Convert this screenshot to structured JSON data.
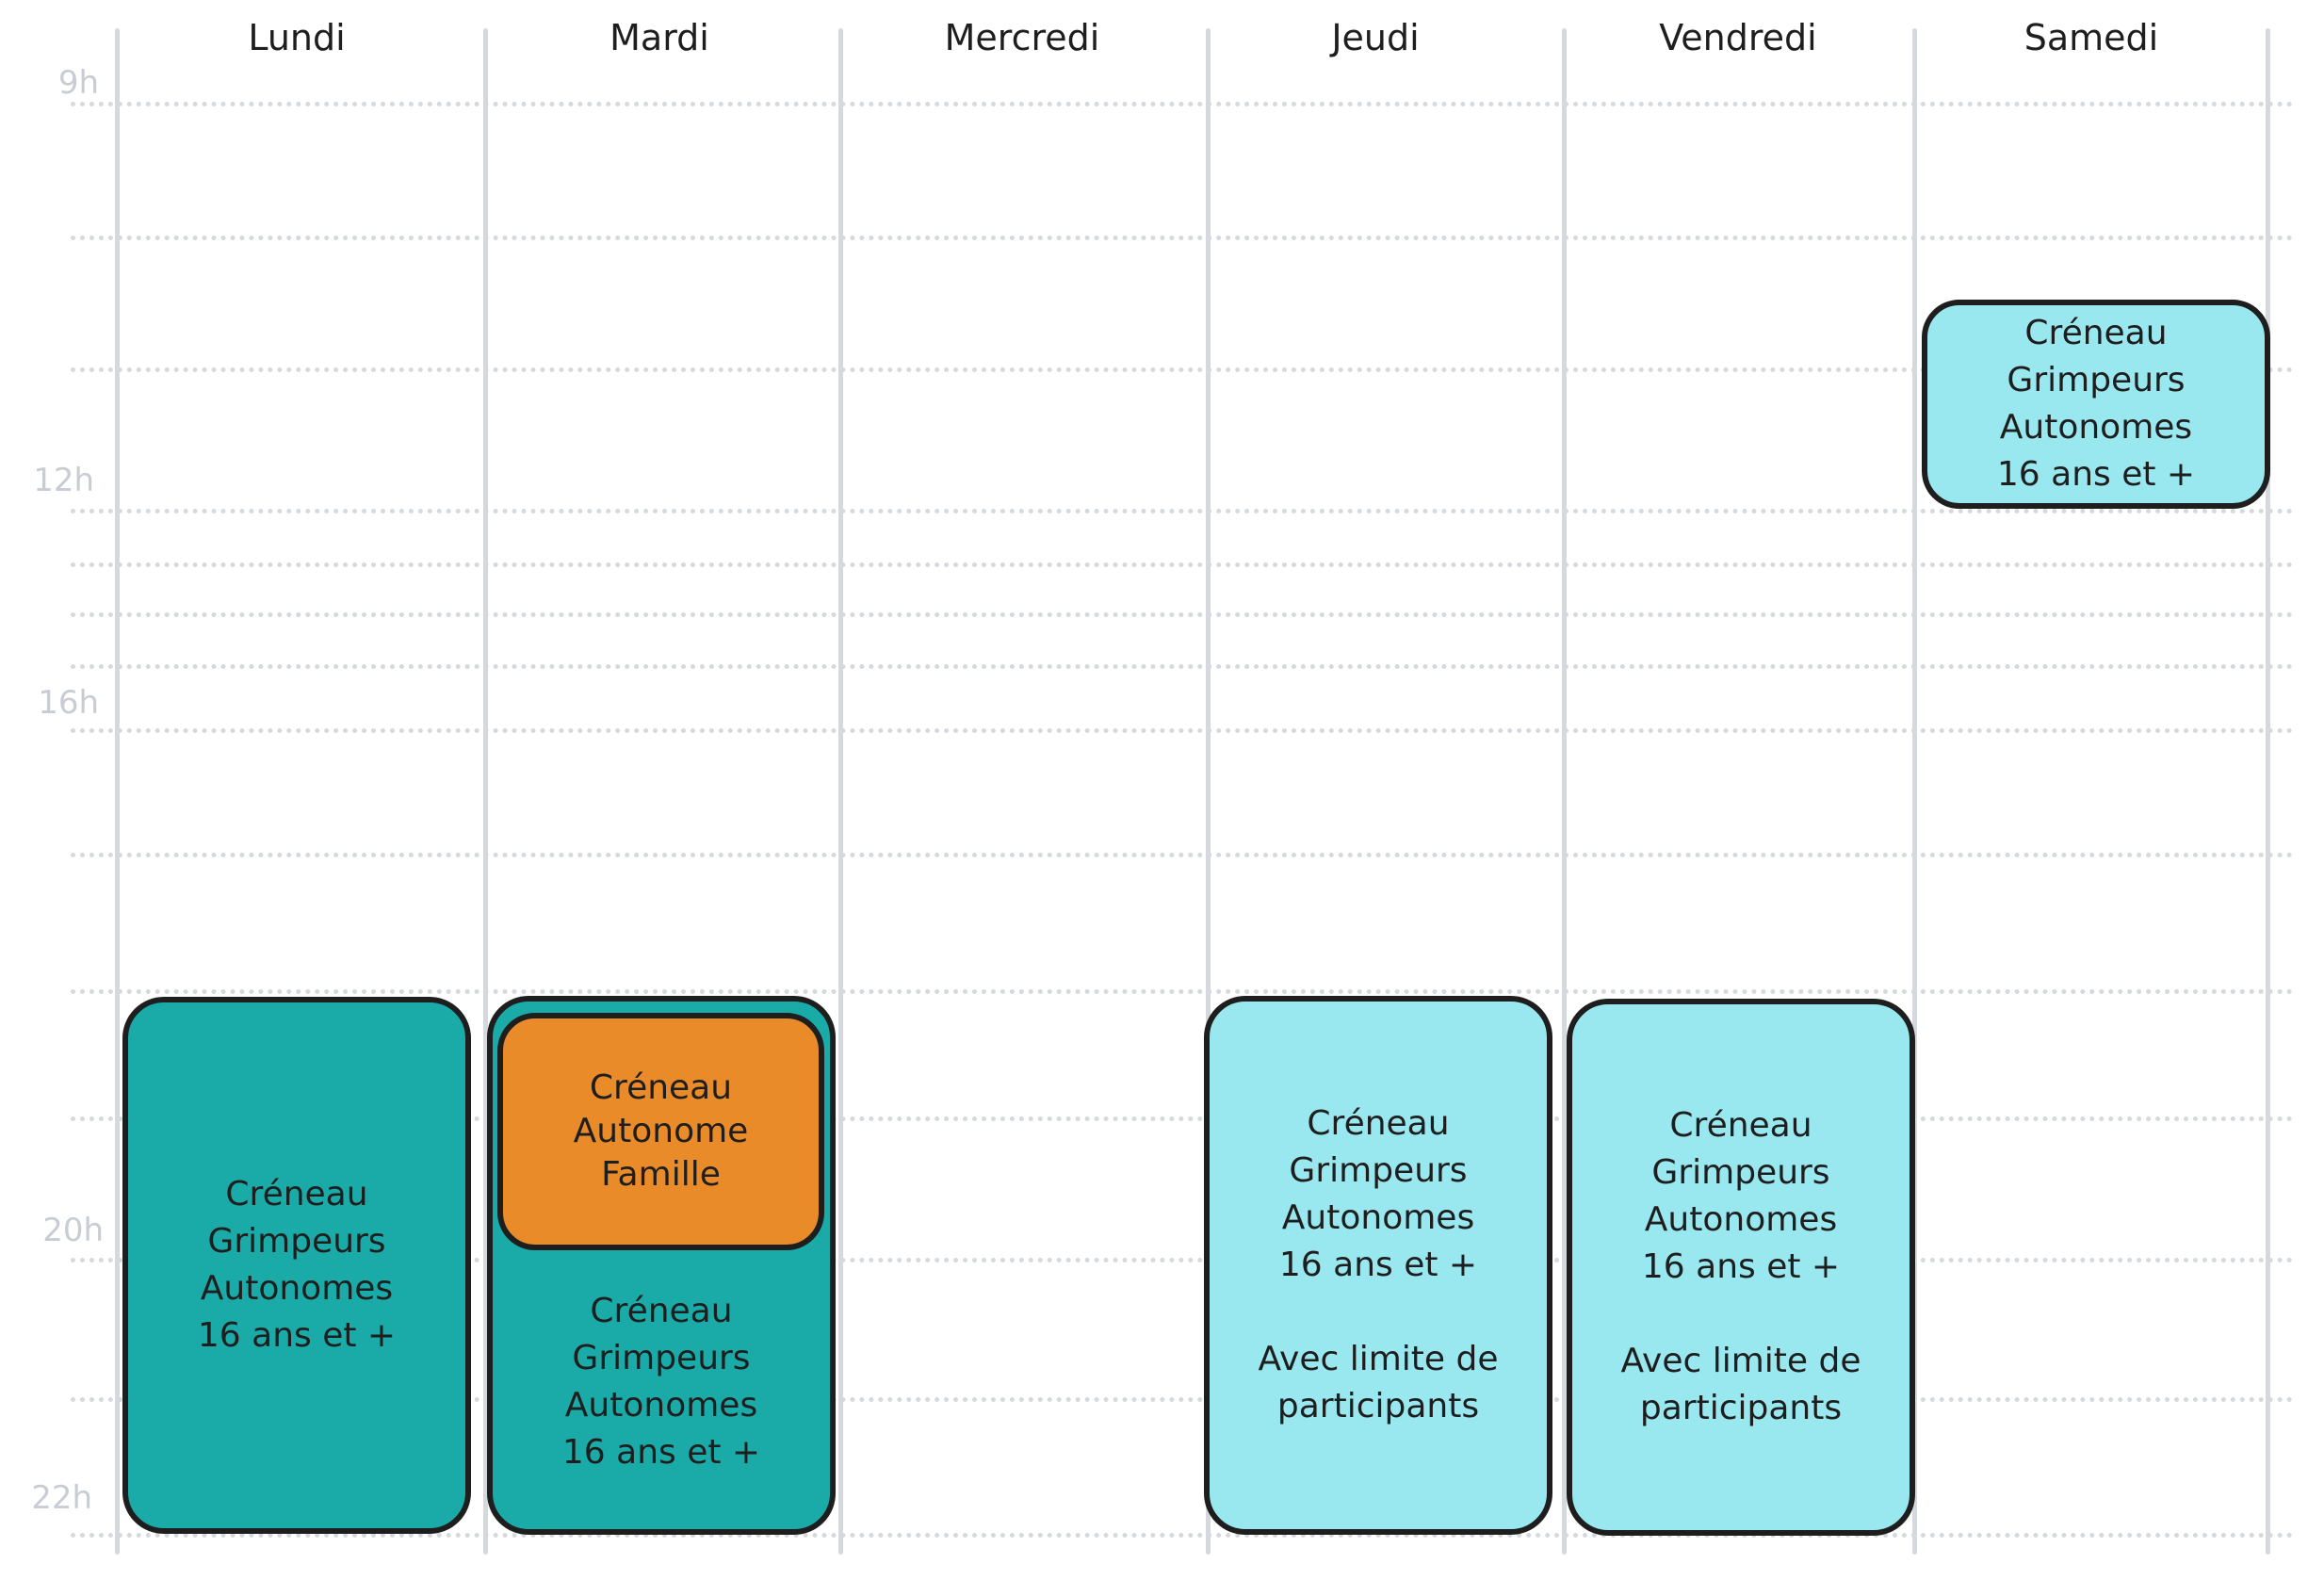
{
  "days": [
    "Lundi",
    "Mardi",
    "Mercredi",
    "Jeudi",
    "Vendredi",
    "Samedi"
  ],
  "hours": [
    "9h",
    "12h",
    "16h",
    "20h",
    "22h"
  ],
  "colors": {
    "teal": "#1aaba8",
    "cyan": "#99e8f0",
    "orange": "#ea8b2a",
    "grid": "#d5d9de",
    "stroke": "#1e1e1e"
  },
  "slots": {
    "lundi": {
      "text": "Créneau\nGrimpeurs\nAutonomes\n16 ans et +"
    },
    "mardi_outer": {
      "text": "Créneau\nGrimpeurs\nAutonomes\n16 ans et +"
    },
    "mardi_famille": {
      "text": "Créneau\nAutonome\nFamille"
    },
    "jeudi": {
      "text": "Créneau\nGrimpeurs\nAutonomes\n16 ans et +\n\nAvec limite de\nparticipants"
    },
    "vendredi": {
      "text": "Créneau\nGrimpeurs\nAutonomes\n16 ans et +\n\nAvec limite de\nparticipants"
    },
    "samedi": {
      "text": "Créneau\nGrimpeurs\nAutonomes\n16 ans et +"
    }
  }
}
